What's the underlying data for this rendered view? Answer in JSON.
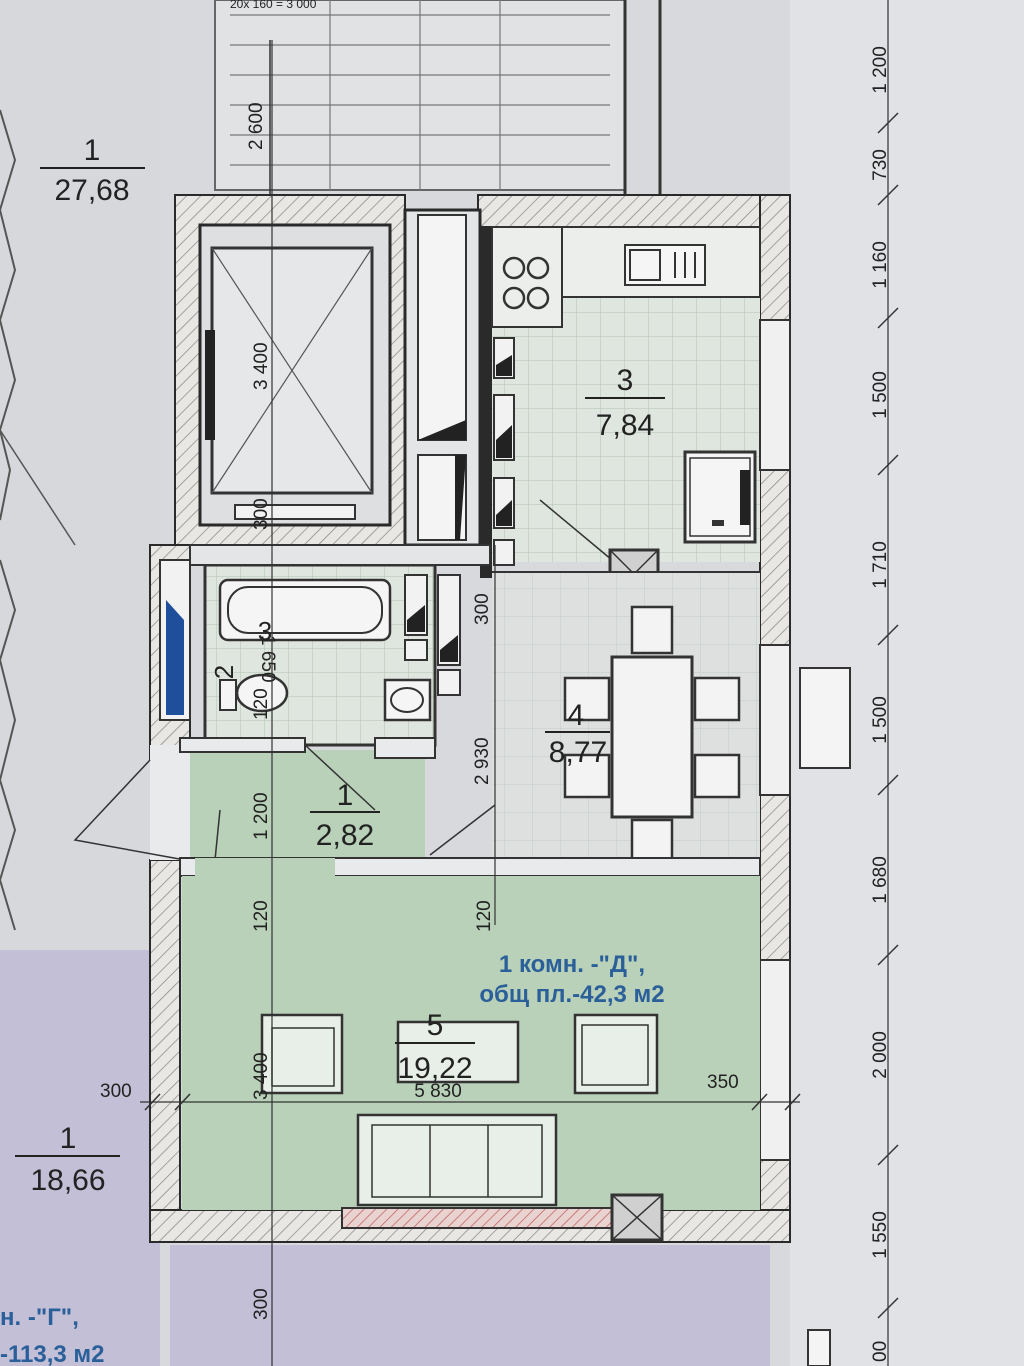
{
  "apartment": {
    "title_line1": "1 комн. -\"Д\",",
    "title_line2": "общ пл.-42,3 м2"
  },
  "rooms": [
    {
      "id": "hall",
      "number": "1",
      "area": "2,82"
    },
    {
      "id": "bathroom",
      "number": "2",
      "area": "3"
    },
    {
      "id": "kitchen",
      "number": "3",
      "area": "7,84"
    },
    {
      "id": "dining",
      "number": "4",
      "area": "8,77"
    },
    {
      "id": "living",
      "number": "5",
      "area": "19,22"
    }
  ],
  "neighbors": [
    {
      "id": "stair-room",
      "number": "1",
      "area": "27,68"
    },
    {
      "id": "left-room",
      "number": "1",
      "area": "18,66"
    },
    {
      "id": "left-apartment",
      "line1": "н. -\"Г\",",
      "line2": "-113,3 м2"
    }
  ],
  "dimensions": {
    "right": [
      "1 200",
      "730",
      "1 160",
      "1 500",
      "1 710",
      "1 500",
      "1 680",
      "2 000",
      "1 550"
    ],
    "stair": "2 600",
    "top_hint": "20x 160 = 3 000",
    "elevator": "3 400",
    "v300_left": "300",
    "v300_mid": "300",
    "v120_bath": "120",
    "v_hall": "1 200",
    "v_dining": "2 930",
    "v120_a": "120",
    "v120_b": "120",
    "v_living": "3 400",
    "v300_bottom": "300",
    "h_left": "300",
    "h_width": "5 830",
    "h_right": "350",
    "bath_inner": "1 650",
    "partial_bottom": "00"
  },
  "colors": {
    "wall": "#2a2a2a",
    "apartment_fill": "#b9d1b8",
    "tile_grid": "#b2c3b2",
    "neighbor_purple": "#c2bfd6",
    "label_blue": "#2a5f9a"
  }
}
